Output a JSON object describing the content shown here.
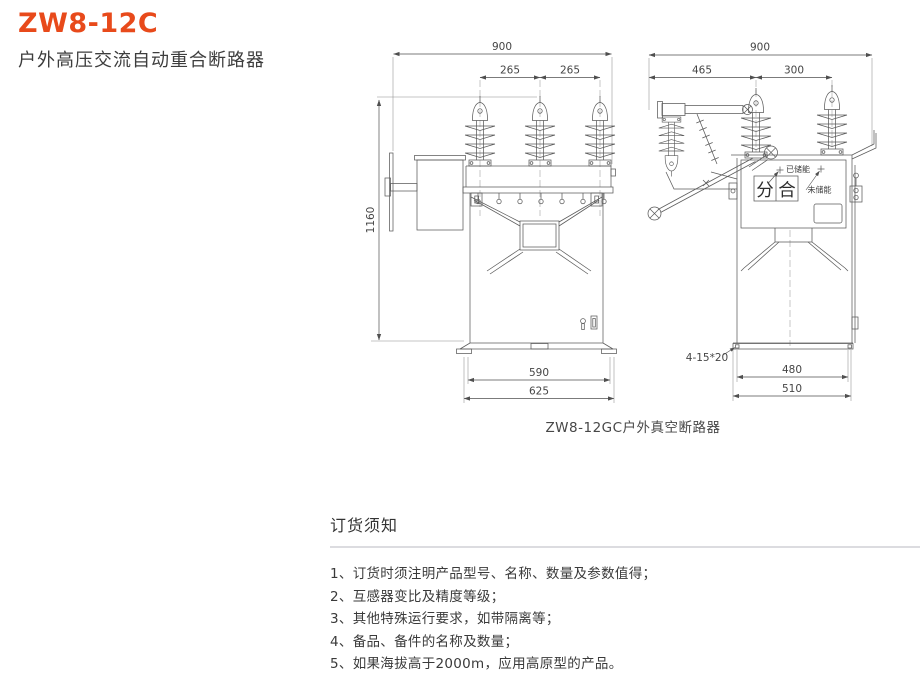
{
  "header": {
    "model": "ZW8-12C",
    "subtitle": "户外高压交流自动重合断路器",
    "accent_color": "#e84a1b"
  },
  "drawing": {
    "caption": "ZW8-12GC户外真空断路器",
    "front_view": {
      "dims": {
        "overall_width": "900",
        "phase_spacing_left": "265",
        "phase_spacing_right": "265",
        "overall_height": "1160",
        "base_inner_width": "590",
        "base_outer_width": "625"
      }
    },
    "side_view": {
      "dims": {
        "overall_width": "900",
        "arm_span": "465",
        "bushing_span": "300",
        "base_inner_depth": "480",
        "base_outer_depth": "510",
        "mounting_slot": "4-15*20"
      },
      "indicator": {
        "open_char": "分",
        "close_char": "合",
        "charged_label": "已储能",
        "uncharged_label": "未储能"
      }
    }
  },
  "ordering": {
    "heading": "订货须知",
    "items": [
      "1、订货时须注明产品型号、名称、数量及参数值得；",
      "2、互感器变比及精度等级；",
      "3、其他特殊运行要求，如带隔离等；",
      "4、备品、备件的名称及数量；",
      "5、如果海拔高于2000m，应用高原型的产品。"
    ]
  }
}
